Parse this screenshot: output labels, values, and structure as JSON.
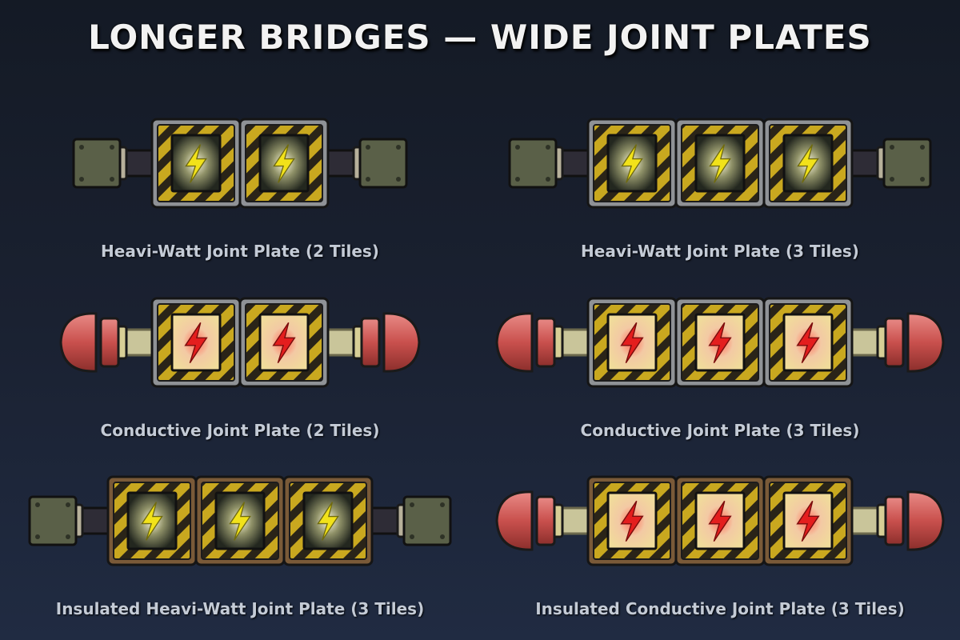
{
  "header": {
    "title": "LONGER BRIDGES — WIDE JOINT PLATES"
  },
  "colors": {
    "hazard_yellow": "#c9a81f",
    "hazard_dark": "#2a2418",
    "frame_metal": "#8f9296",
    "frame_wood": "#7a5a38",
    "heavi_watt_bolt": "#f2e21a",
    "conductive_bolt": "#e41e1e",
    "conductive_panel": "#f0dc9a",
    "connector_green": "#5a6048",
    "connector_red": "#c9504d"
  },
  "items": [
    {
      "label": "Heavi-Watt Joint Plate (2 Tiles)",
      "tiles": 2,
      "kind": "heavi",
      "insulated": false,
      "icon": "lightning-bolt-icon"
    },
    {
      "label": "Heavi-Watt Joint Plate (3 Tiles)",
      "tiles": 3,
      "kind": "heavi",
      "insulated": false,
      "icon": "lightning-bolt-icon"
    },
    {
      "label": "Conductive Joint Plate (2 Tiles)",
      "tiles": 2,
      "kind": "conductive",
      "insulated": false,
      "icon": "lightning-bolt-icon"
    },
    {
      "label": "Conductive Joint Plate (3 Tiles)",
      "tiles": 3,
      "kind": "conductive",
      "insulated": false,
      "icon": "lightning-bolt-icon"
    },
    {
      "label": "Insulated Heavi-Watt Joint Plate (3 Tiles)",
      "tiles": 3,
      "kind": "heavi",
      "insulated": true,
      "icon": "lightning-bolt-icon"
    },
    {
      "label": "Insulated Conductive Joint Plate (3 Tiles)",
      "tiles": 3,
      "kind": "conductive",
      "insulated": true,
      "icon": "lightning-bolt-icon"
    }
  ]
}
